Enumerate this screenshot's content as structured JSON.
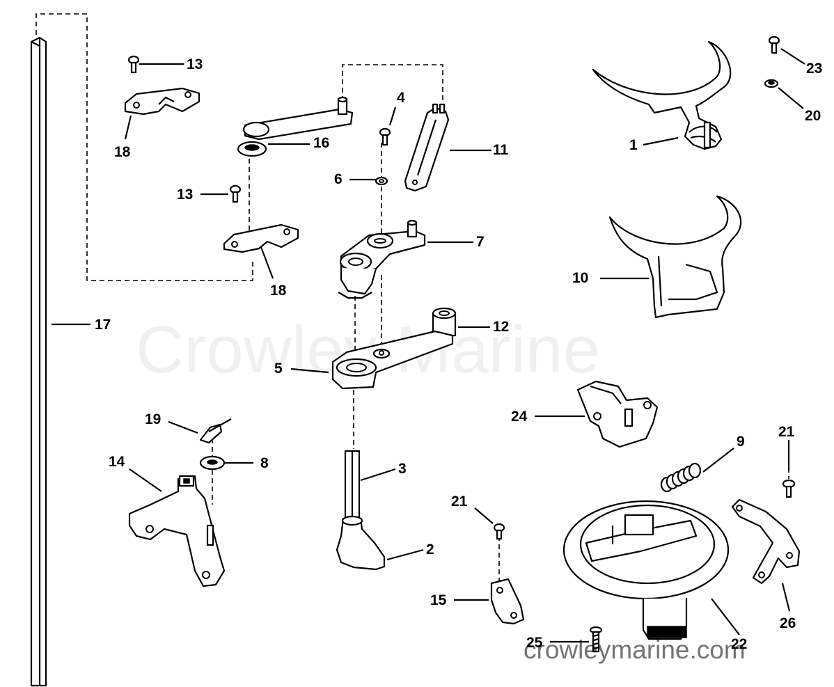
{
  "watermark": "Crowley Marine",
  "footer": "crowleymarine.com",
  "callouts": {
    "c1": "1",
    "c2": "2",
    "c3": "3",
    "c4": "4",
    "c5": "5",
    "c6": "6",
    "c7": "7",
    "c8": "8",
    "c9": "9",
    "c10": "10",
    "c11": "11",
    "c12": "12",
    "c13a": "13",
    "c13b": "13",
    "c14": "14",
    "c15": "15",
    "c16": "16",
    "c17": "17",
    "c18a": "18",
    "c18b": "18",
    "c19": "19",
    "c20": "20",
    "c21a": "21",
    "c21b": "21",
    "c22": "22",
    "c23": "23",
    "c24": "24",
    "c25": "25",
    "c26": "26"
  }
}
